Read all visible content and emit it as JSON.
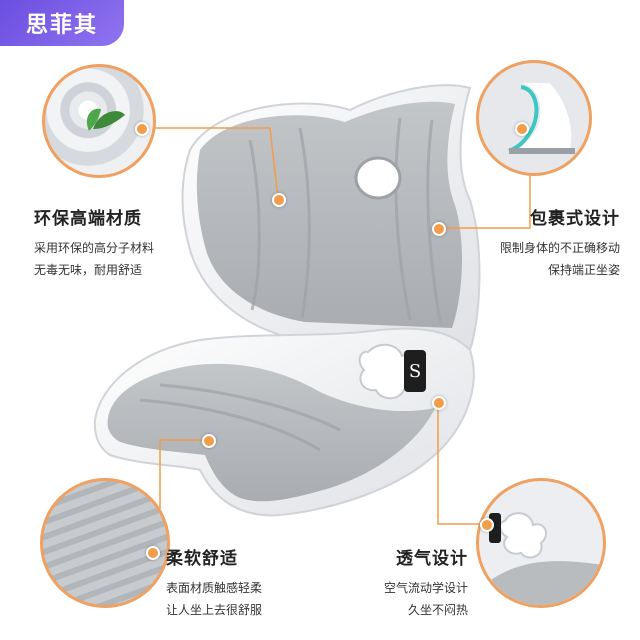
{
  "brand": {
    "name": "思菲其"
  },
  "features": {
    "eco": {
      "title": "环保高端材质",
      "lines": [
        "采用环保的高分子材料",
        "无毒无味，耐用舒适"
      ]
    },
    "wrap": {
      "title": "包裹式设计",
      "lines": [
        "限制身体的不正确移动",
        "保持端正坐姿"
      ]
    },
    "soft": {
      "title": "柔软舒适",
      "lines": [
        "表面材质触感轻柔",
        "让人坐上去很舒服"
      ]
    },
    "breath": {
      "title": "透气设计",
      "lines": [
        "空气流动学设计",
        "久坐不闷热"
      ]
    }
  },
  "seat_logo": {
    "text": "S"
  },
  "colors": {
    "brand_purple": "#6b4fe0",
    "accent_orange": "#f39c4a",
    "cushion_gray": "#b9bcbf",
    "shell_white": "#f4f4f6"
  },
  "icons": {
    "detail_1": "foam-pellets-detail",
    "detail_2": "curve-shell-detail",
    "detail_3": "fabric-texture-detail",
    "detail_4": "vent-hole-detail"
  }
}
